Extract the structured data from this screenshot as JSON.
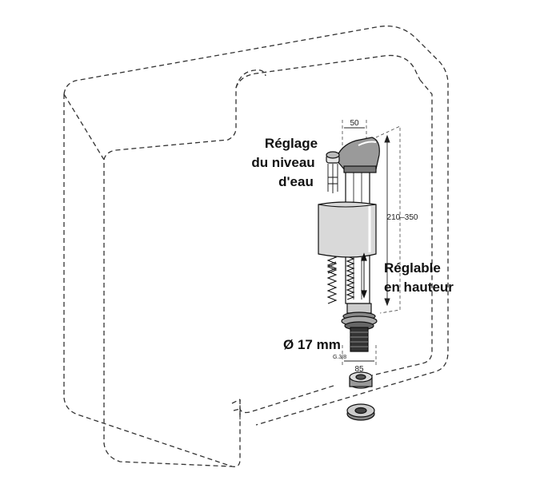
{
  "labels": {
    "level_line1": "Réglage",
    "level_line2": "du niveau",
    "level_line3": "d'eau",
    "height_line1": "Réglable",
    "height_line2": "en hauteur",
    "diameter": "Ø 17 mm",
    "thread": "G.3/8"
  },
  "dimensions": {
    "top_width": "50",
    "height_range": "210–350",
    "base_width": "85"
  }
}
